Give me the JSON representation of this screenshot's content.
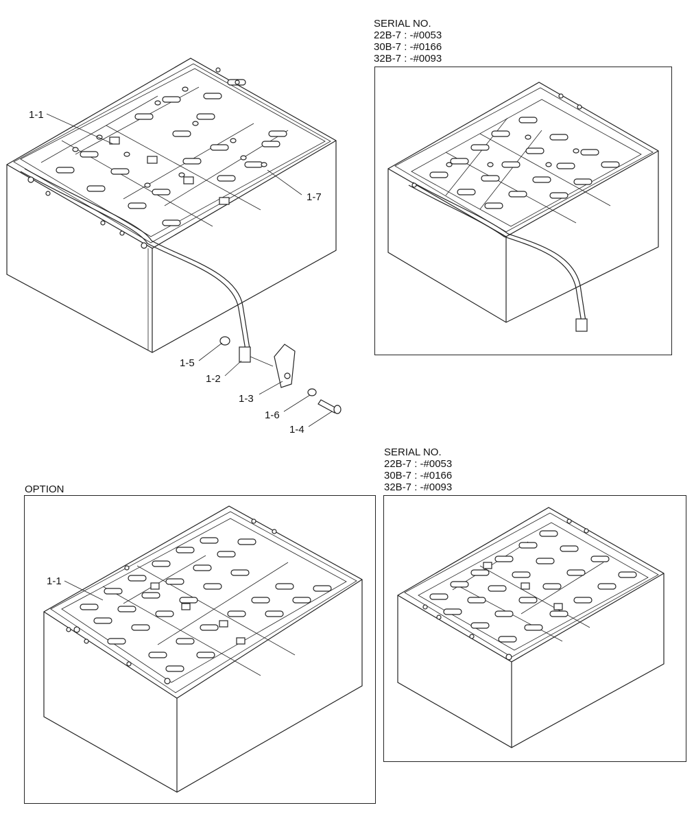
{
  "serial_blocks": [
    {
      "heading": "SERIAL NO.",
      "lines": [
        "22B-7 : -#0053",
        "30B-7 : -#0166",
        "32B-7 : -#0093"
      ]
    },
    {
      "heading": "SERIAL NO.",
      "lines": [
        "22B-7 : -#0053",
        "30B-7 : -#0166",
        "32B-7 : -#0093"
      ]
    }
  ],
  "option_label": "OPTION",
  "callouts": {
    "c1_1": "1-1",
    "c1_7": "1-7",
    "c1_5": "1-5",
    "c1_2": "1-2",
    "c1_3": "1-3",
    "c1_6": "1-6",
    "c1_4": "1-4",
    "opt_1_1": "1-1"
  }
}
